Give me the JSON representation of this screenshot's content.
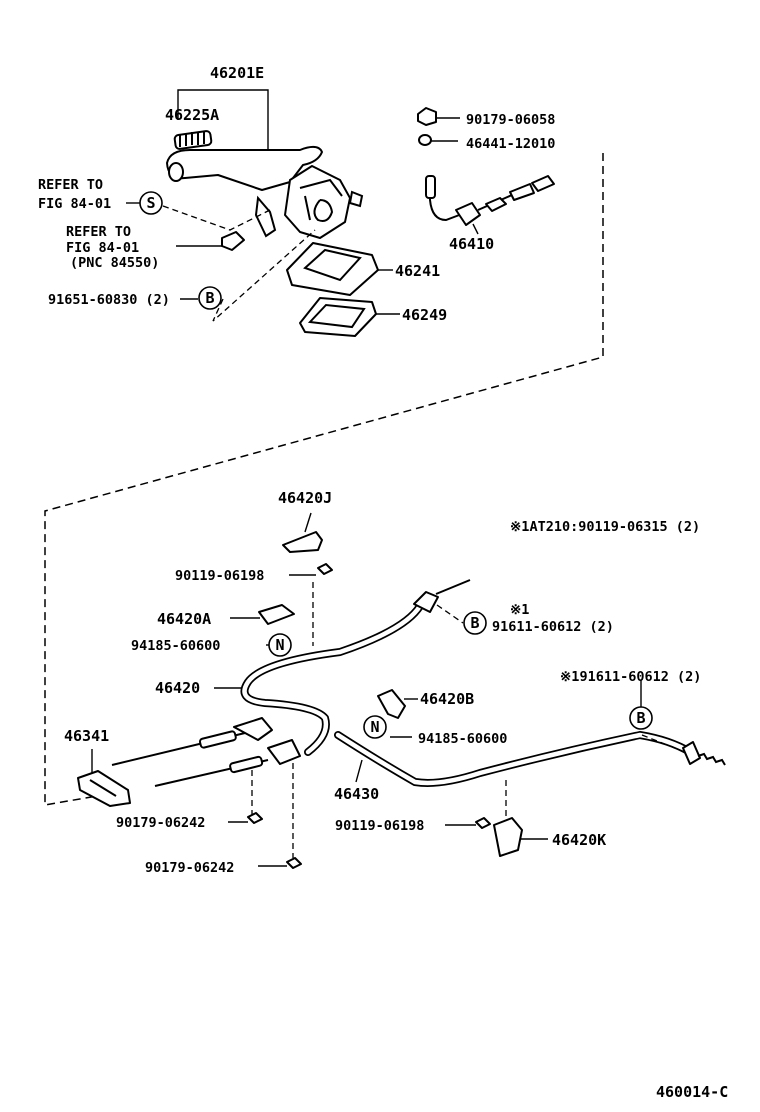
{
  "diagram_id": "460014-C",
  "symbols": {
    "s": "S",
    "b": "B",
    "n": "N"
  },
  "labels": {
    "p46201E": "46201E",
    "p46225A": "46225A",
    "p90179_06058": "90179-06058",
    "p46441_12010": "46441-12010",
    "refer1_line1": "REFER TO",
    "refer1_line2": "FIG 84-01",
    "refer2_line1": "REFER TO",
    "refer2_line2": "FIG 84-01",
    "refer2_line3": "(PNC 84550)",
    "p46410": "46410",
    "p46241": "46241",
    "p91651_60830": "91651-60830 (2)",
    "p46249": "46249",
    "p46420J": "46420J",
    "note_1AT210": "※1AT210:90119-06315 (2)",
    "p90119_06198_a": "90119-06198",
    "note_1_top": "※1",
    "p91611_60612_a": "91611-60612 (2)",
    "p46420A": "46420A",
    "p94185_60600_a": "94185-60600",
    "note_191611": "※191611-60612 (2)",
    "p46420": "46420",
    "p46420B": "46420B",
    "p94185_60600_b": "94185-60600",
    "p46341": "46341",
    "p46430": "46430",
    "p90179_06242_a": "90179-06242",
    "p90119_06198_b": "90119-06198",
    "p46420K": "46420K",
    "p90179_06242_b": "90179-06242"
  }
}
